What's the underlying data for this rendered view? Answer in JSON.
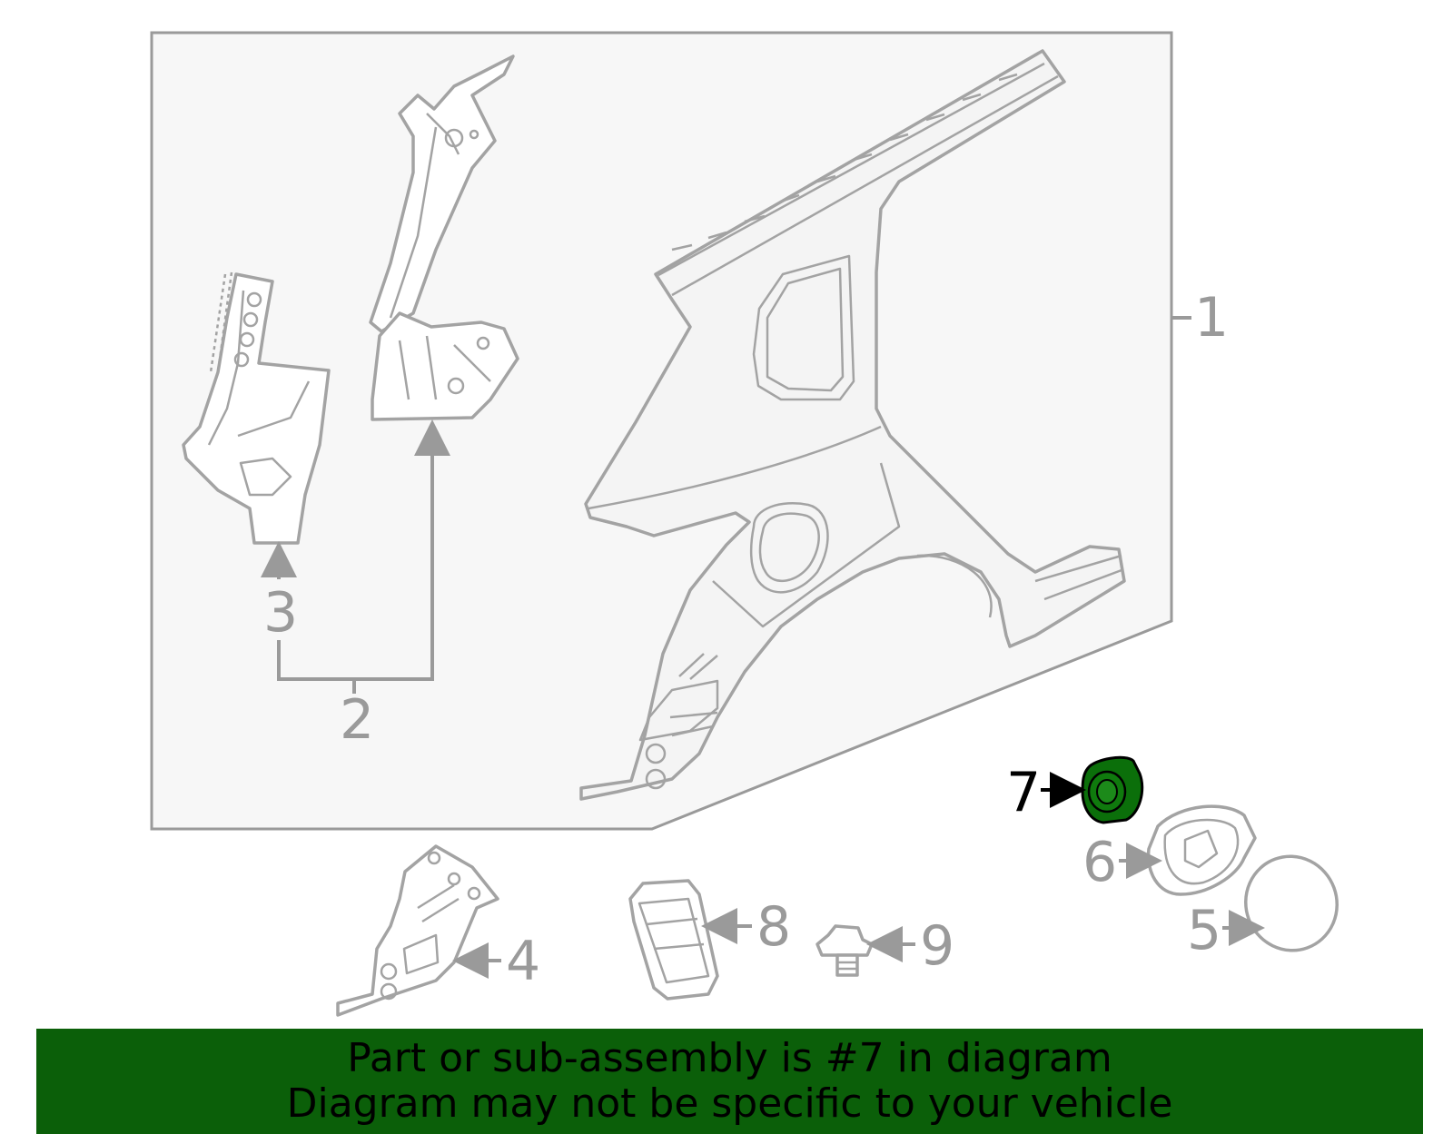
{
  "callouts": {
    "c1": "1",
    "c2": "2",
    "c3": "3",
    "c4": "4",
    "c5": "5",
    "c6": "6",
    "c7": "7",
    "c8": "8",
    "c9": "9"
  },
  "highlight": {
    "part_number": "7",
    "color": "#0b6f0a"
  },
  "banner": {
    "line1": "Part or sub-assembly is #7 in diagram",
    "line2": "Diagram may not be specific to your vehicle",
    "background": "#0b5f09"
  }
}
